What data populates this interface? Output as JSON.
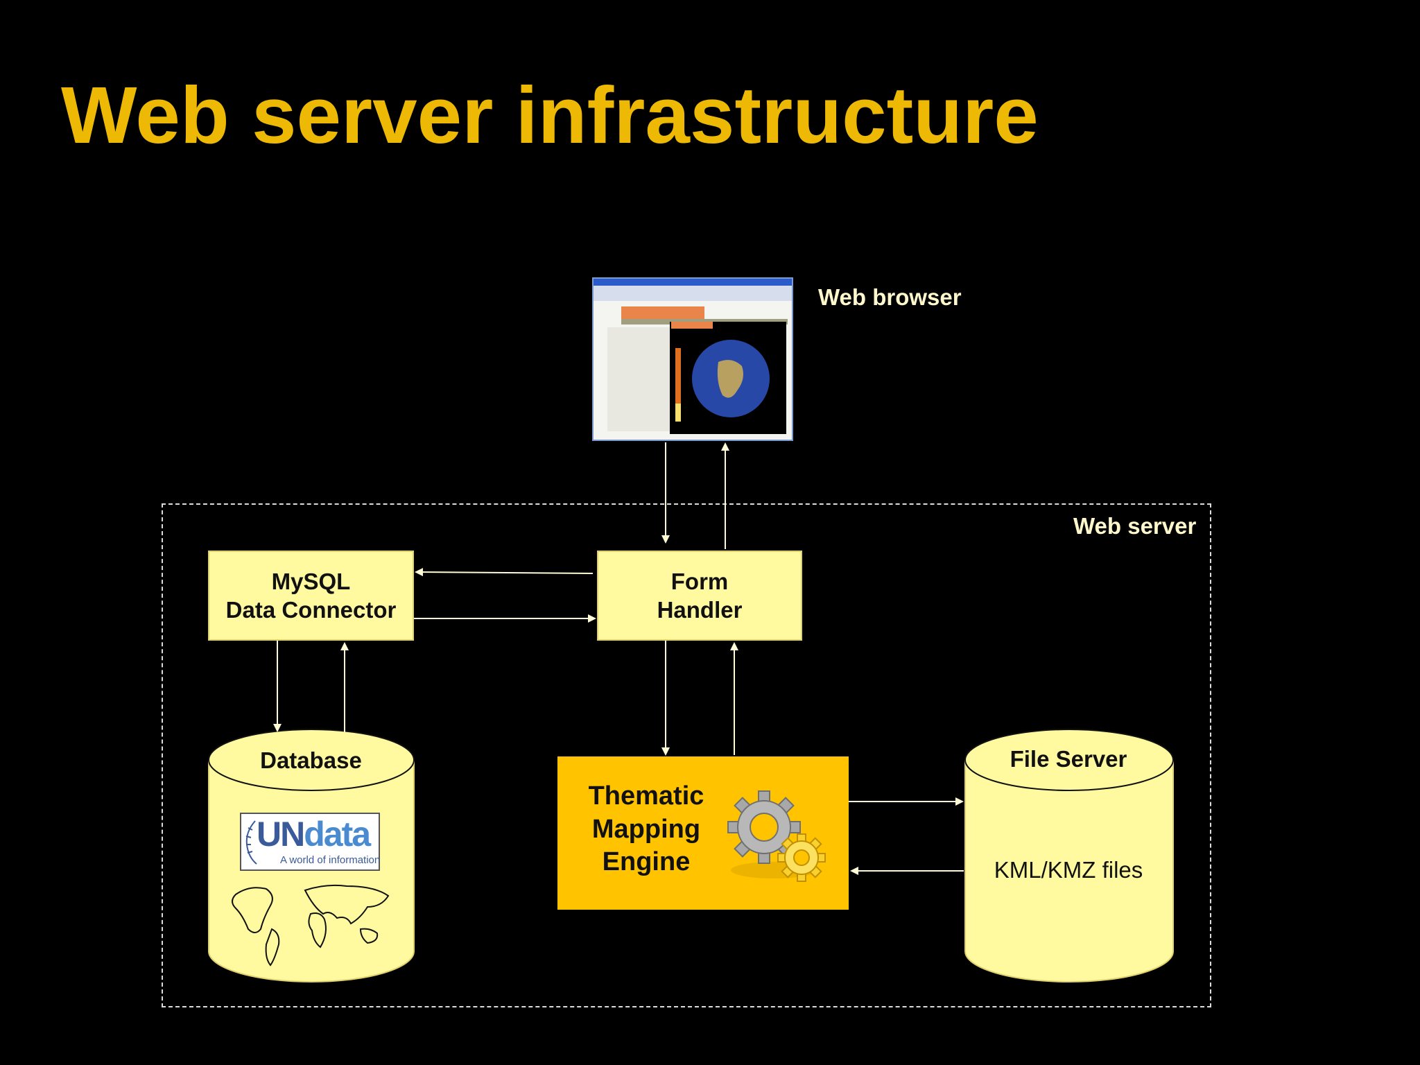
{
  "title": "Web server infrastructure",
  "labels": {
    "web_browser": "Web browser",
    "web_server": "Web server"
  },
  "boxes": {
    "mysql": [
      "MySQL",
      "Data Connector"
    ],
    "form_handler": [
      "Form",
      "Handler"
    ],
    "engine": [
      "Thematic",
      "Mapping",
      "Engine"
    ]
  },
  "stores": {
    "database": "Database",
    "file_server": "File Server",
    "file_server_content": "KML/KMZ files"
  },
  "logo": {
    "un": "UN",
    "data": "data",
    "tagline": "A world of information"
  },
  "colors": {
    "title": "#EDB905",
    "box_fill": "#FFFAA0",
    "engine_fill": "#FFC300",
    "background": "#000000"
  }
}
